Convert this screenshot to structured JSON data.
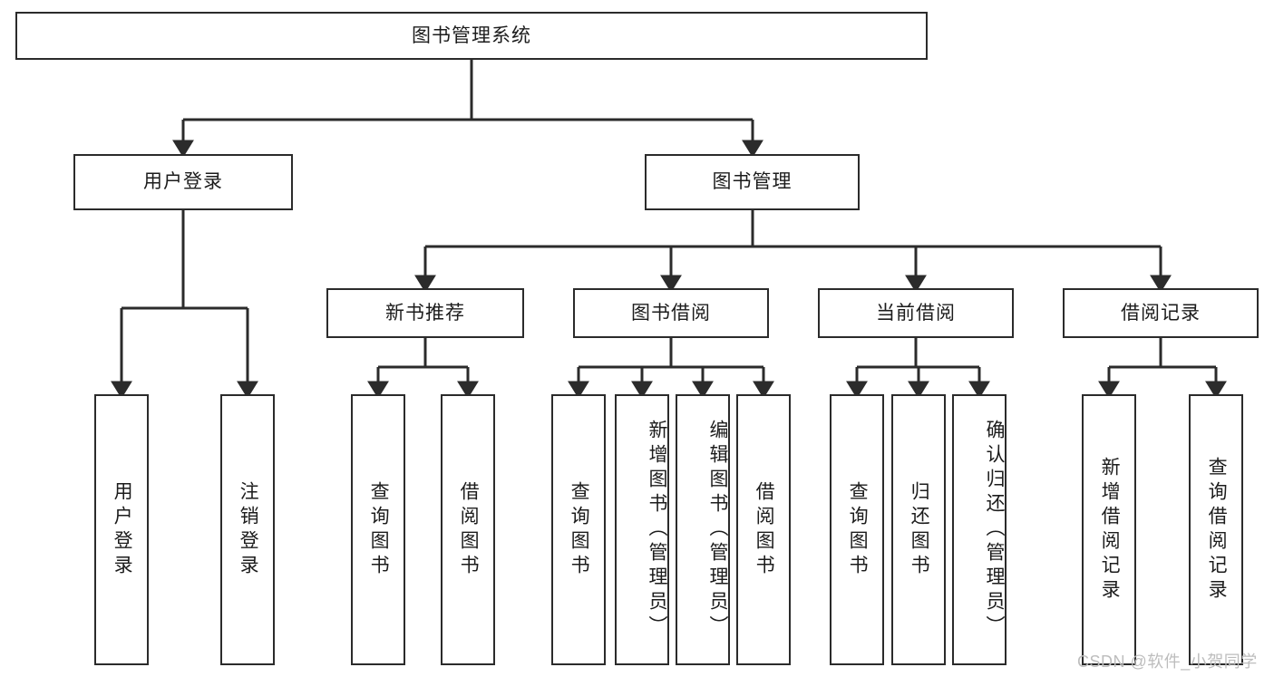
{
  "diagram": {
    "title": "图书管理系统",
    "type": "tree",
    "orientation": "top-down",
    "colors": {
      "node_border": "#2b2b2b",
      "node_fill": "#ffffff",
      "edge": "#2b2b2b",
      "text": "#1c1c1c",
      "background": "#ffffff",
      "watermark": "#bdbdbd"
    }
  },
  "nodes": {
    "root": {
      "label": "图书管理系统",
      "orientation": "horizontal"
    },
    "level1": [
      {
        "id": "user-login",
        "label": "用户登录",
        "orientation": "horizontal"
      },
      {
        "id": "book-manage",
        "label": "图书管理",
        "orientation": "horizontal"
      }
    ],
    "level2": [
      {
        "id": "new-book-recommend",
        "label": "新书推荐",
        "orientation": "horizontal"
      },
      {
        "id": "book-borrow",
        "label": "图书借阅",
        "orientation": "horizontal"
      },
      {
        "id": "current-borrow",
        "label": "当前借阅",
        "orientation": "horizontal"
      },
      {
        "id": "borrow-record",
        "label": "借阅记录",
        "orientation": "horizontal"
      }
    ],
    "leaves": [
      {
        "id": "leaf-user-login",
        "label": "用户登录",
        "parent": "user-login",
        "orientation": "vertical"
      },
      {
        "id": "leaf-logout",
        "label": "注销登录",
        "parent": "user-login",
        "orientation": "vertical"
      },
      {
        "id": "leaf-query-book-1",
        "label": "查询图书",
        "parent": "new-book-recommend",
        "orientation": "vertical"
      },
      {
        "id": "leaf-borrow-book-1",
        "label": "借阅图书",
        "parent": "new-book-recommend",
        "orientation": "vertical"
      },
      {
        "id": "leaf-query-book-2",
        "label": "查询图书",
        "parent": "book-borrow",
        "orientation": "vertical"
      },
      {
        "id": "leaf-add-book",
        "label": "新增图书（管理员）",
        "parent": "book-borrow",
        "orientation": "vertical"
      },
      {
        "id": "leaf-edit-book",
        "label": "编辑图书（管理员）",
        "parent": "book-borrow",
        "orientation": "vertical"
      },
      {
        "id": "leaf-borrow-book-2",
        "label": "借阅图书",
        "parent": "book-borrow",
        "orientation": "vertical"
      },
      {
        "id": "leaf-query-book-3",
        "label": "查询图书",
        "parent": "current-borrow",
        "orientation": "vertical"
      },
      {
        "id": "leaf-return-book",
        "label": "归还图书",
        "parent": "current-borrow",
        "orientation": "vertical"
      },
      {
        "id": "leaf-confirm-return",
        "label": "确认归还（管理员）",
        "parent": "current-borrow",
        "orientation": "vertical"
      },
      {
        "id": "leaf-add-record",
        "label": "新增借阅记录",
        "parent": "borrow-record",
        "orientation": "vertical"
      },
      {
        "id": "leaf-query-record",
        "label": "查询借阅记录",
        "parent": "borrow-record",
        "orientation": "vertical"
      }
    ]
  },
  "edges": [
    {
      "from": "root",
      "to": "user-login"
    },
    {
      "from": "root",
      "to": "book-manage"
    },
    {
      "from": "user-login",
      "to": "leaf-user-login"
    },
    {
      "from": "user-login",
      "to": "leaf-logout"
    },
    {
      "from": "book-manage",
      "to": "new-book-recommend"
    },
    {
      "from": "book-manage",
      "to": "book-borrow"
    },
    {
      "from": "book-manage",
      "to": "current-borrow"
    },
    {
      "from": "book-manage",
      "to": "borrow-record"
    },
    {
      "from": "new-book-recommend",
      "to": "leaf-query-book-1"
    },
    {
      "from": "new-book-recommend",
      "to": "leaf-borrow-book-1"
    },
    {
      "from": "book-borrow",
      "to": "leaf-query-book-2"
    },
    {
      "from": "book-borrow",
      "to": "leaf-add-book"
    },
    {
      "from": "book-borrow",
      "to": "leaf-edit-book"
    },
    {
      "from": "book-borrow",
      "to": "leaf-borrow-book-2"
    },
    {
      "from": "current-borrow",
      "to": "leaf-query-book-3"
    },
    {
      "from": "current-borrow",
      "to": "leaf-return-book"
    },
    {
      "from": "current-borrow",
      "to": "leaf-confirm-return"
    },
    {
      "from": "borrow-record",
      "to": "leaf-add-record"
    },
    {
      "from": "borrow-record",
      "to": "leaf-query-record"
    }
  ],
  "watermark": {
    "text": "CSDN @软件_小贺同学"
  }
}
